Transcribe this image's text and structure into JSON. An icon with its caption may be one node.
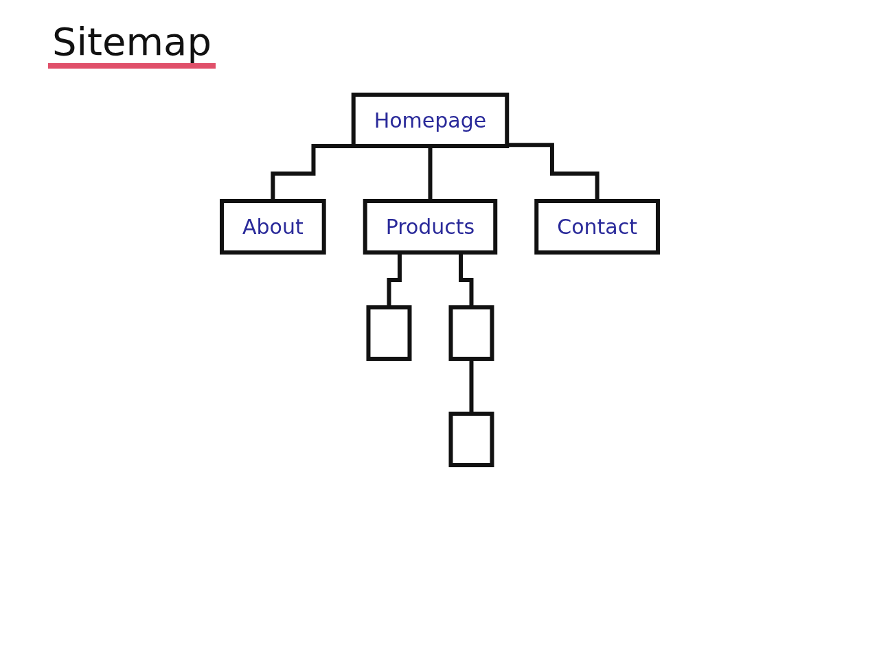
{
  "diagram": {
    "title": "Sitemap",
    "nodes": [
      {
        "text": [
          "Homepage"
        ]
      },
      {
        "text": [
          "About"
        ]
      },
      {
        "text": [
          "Products"
        ]
      },
      {
        "text": [
          "Contact"
        ]
      },
      {
        "text": [],
        "shape": "box"
      },
      {
        "text": [],
        "shape": "box"
      },
      {
        "text": [],
        "shape": "box"
      }
    ],
    "edges": [
      {
        "from": 0,
        "to": 1,
        "arrow": "none"
      },
      {
        "from": 0,
        "to": 2,
        "arrow": "none"
      },
      {
        "from": 0,
        "to": 3,
        "arrow": "none"
      },
      {
        "from": 2,
        "to": 4,
        "arrow": "none"
      },
      {
        "from": 2,
        "to": 5,
        "arrow": "none"
      },
      {
        "from": 5,
        "to": 6,
        "arrow": "none"
      }
    ]
  }
}
